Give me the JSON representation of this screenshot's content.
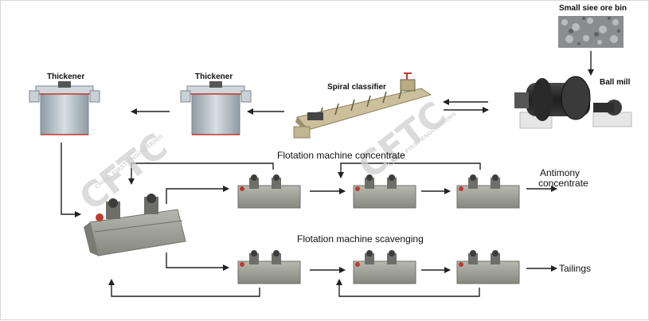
{
  "labels": {
    "ore_bin": "Small siee ore bin",
    "ball_mill": "Ball mill",
    "spiral_classifier": "Spiral classifier",
    "thickener_1": "Thickener",
    "thickener_2": "Thickener",
    "flotation_concentrate": "Flotation machine concentrate",
    "antimony_line1": "Antimony",
    "antimony_line2": "concentrate",
    "flotation_scavenging": "Flotation machine scavenging",
    "tailings": "Tailings"
  },
  "watermark": {
    "logo": "CFTC",
    "tagline": "CHINA FIRST ENGINEERING"
  },
  "colors": {
    "tank_steel": "#b9c3cc",
    "tank_rim_red": "#c0392b",
    "classifier_tan": "#cbbf9c",
    "mill_dark": "#2b2b2b",
    "flotation_grey": "#9a9c93",
    "arrow": "#222222",
    "watermark": "#cfcfcf"
  }
}
